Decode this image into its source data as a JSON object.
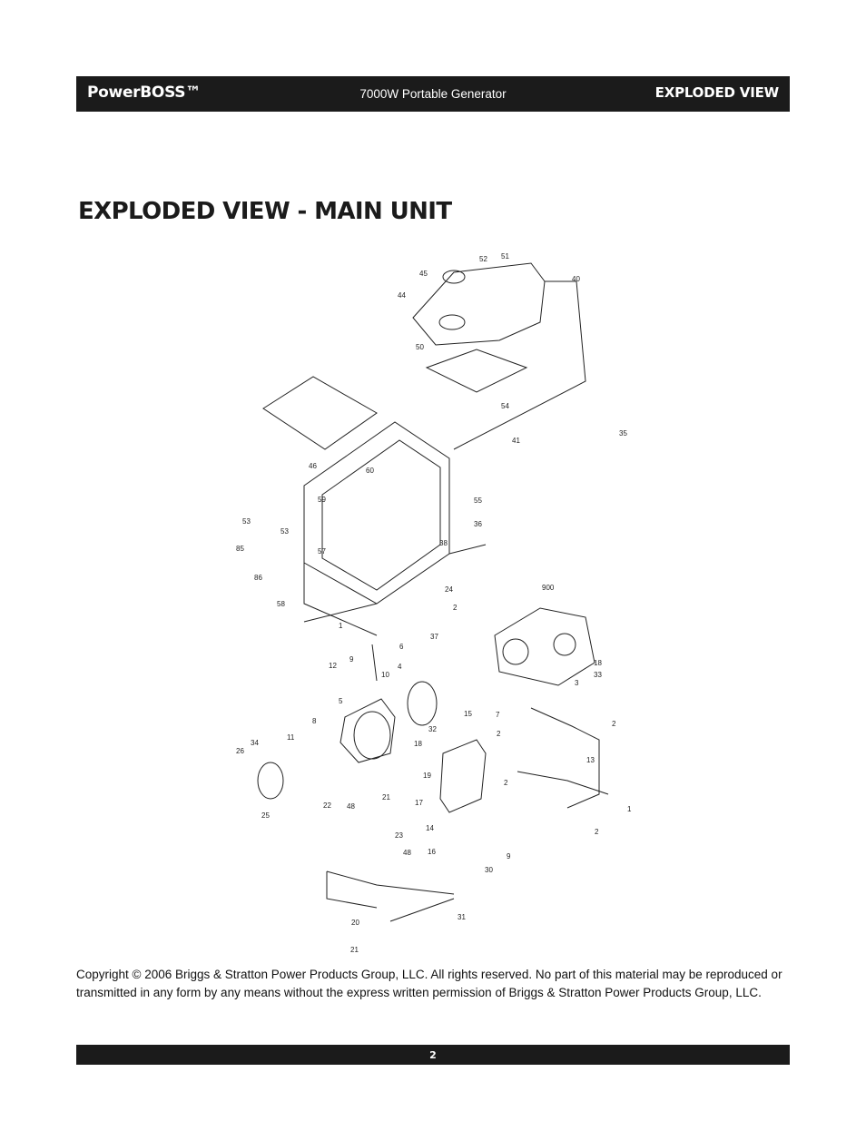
{
  "header": {
    "brand": "PowerBOSS™",
    "subtitle": "7000W Portable Generator",
    "section": "EXPLODED VIEW"
  },
  "page_title": "EXPLODED VIEW - MAIN UNIT",
  "diagram": {
    "part_labels": [
      "52",
      "51",
      "45",
      "40",
      "44",
      "50",
      "54",
      "35",
      "41",
      "60",
      "46",
      "59",
      "55",
      "53",
      "36",
      "53",
      "85",
      "57",
      "38",
      "86",
      "24",
      "900",
      "58",
      "2",
      "37",
      "1",
      "12",
      "9",
      "6",
      "4",
      "10",
      "18",
      "5",
      "33",
      "3",
      "15",
      "7",
      "8",
      "32",
      "2",
      "34",
      "26",
      "11",
      "18",
      "2",
      "13",
      "19",
      "21",
      "2",
      "17",
      "22",
      "48",
      "1",
      "25",
      "23",
      "14",
      "16",
      "48",
      "9",
      "2",
      "30",
      "20",
      "31",
      "21"
    ]
  },
  "copyright": "Copyright © 2006 Briggs & Stratton Power Products Group, LLC.  All rights reserved.  No part of this material may be reproduced or transmitted in any form by any means without the express written permission of Briggs & Stratton Power Products Group, LLC.",
  "footer": {
    "page_number": "2"
  }
}
